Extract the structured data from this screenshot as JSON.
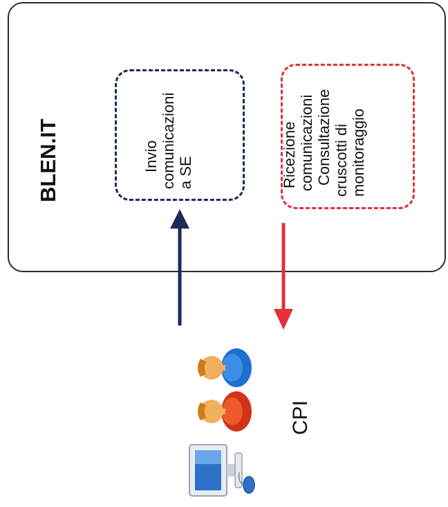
{
  "system": {
    "title": "BLEN.IT"
  },
  "send_box": {
    "lines": [
      "Invio",
      "comunicazioni",
      "a SE"
    ]
  },
  "receive_box": {
    "lines": [
      "Ricezione",
      "comunicazioni",
      "Consultazione",
      "cruscotti di",
      "monitoraggio"
    ]
  },
  "actor": {
    "label": "CPI",
    "icons": [
      "user-blue-icon",
      "user-red-icon",
      "computer-icon"
    ]
  },
  "colors": {
    "send": "#1d2a55",
    "receive": "#e23038",
    "border": "#2b2b2b"
  }
}
